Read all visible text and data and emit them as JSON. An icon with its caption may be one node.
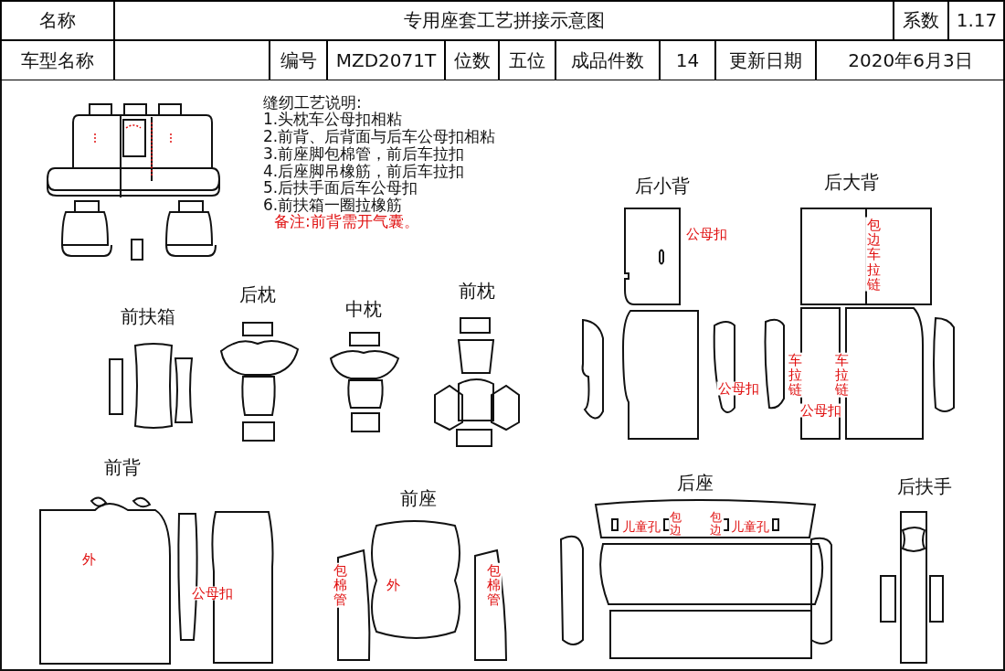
{
  "diagram": {
    "title": "专用座套工艺拼接示意图",
    "labels": [
      "名称",
      "系数",
      "1.17",
      "车型名称",
      "编号",
      "MZD2071T",
      "位数",
      "五位",
      "成品件数",
      "14",
      "更新日期",
      "2020年6月3日",
      "缝纫工艺说明:",
      "1.头枕车公母扣相粘",
      "2.前背、后背面与后车公母扣相粘",
      "3.前座脚包棉管，前后车拉扣",
      "4.后座脚吊橡筋，前后车拉扣",
      "5.后扶手面后车公母扣",
      "6.前扶箱一圈拉橡筋",
      "备注:前背需开气囊。",
      "后小背",
      "后大背",
      "前扶箱",
      "后枕",
      "中枕",
      "前枕",
      "前背",
      "前座",
      "后座",
      "后扶手",
      "公母扣",
      "包边车拉链",
      "公母扣",
      "车拉链",
      "车拉链",
      "公母扣",
      "外",
      "公母扣",
      "包棉管",
      "外",
      "包棉管",
      "儿童孔",
      "包边",
      "包边",
      "儿童孔"
    ]
  }
}
